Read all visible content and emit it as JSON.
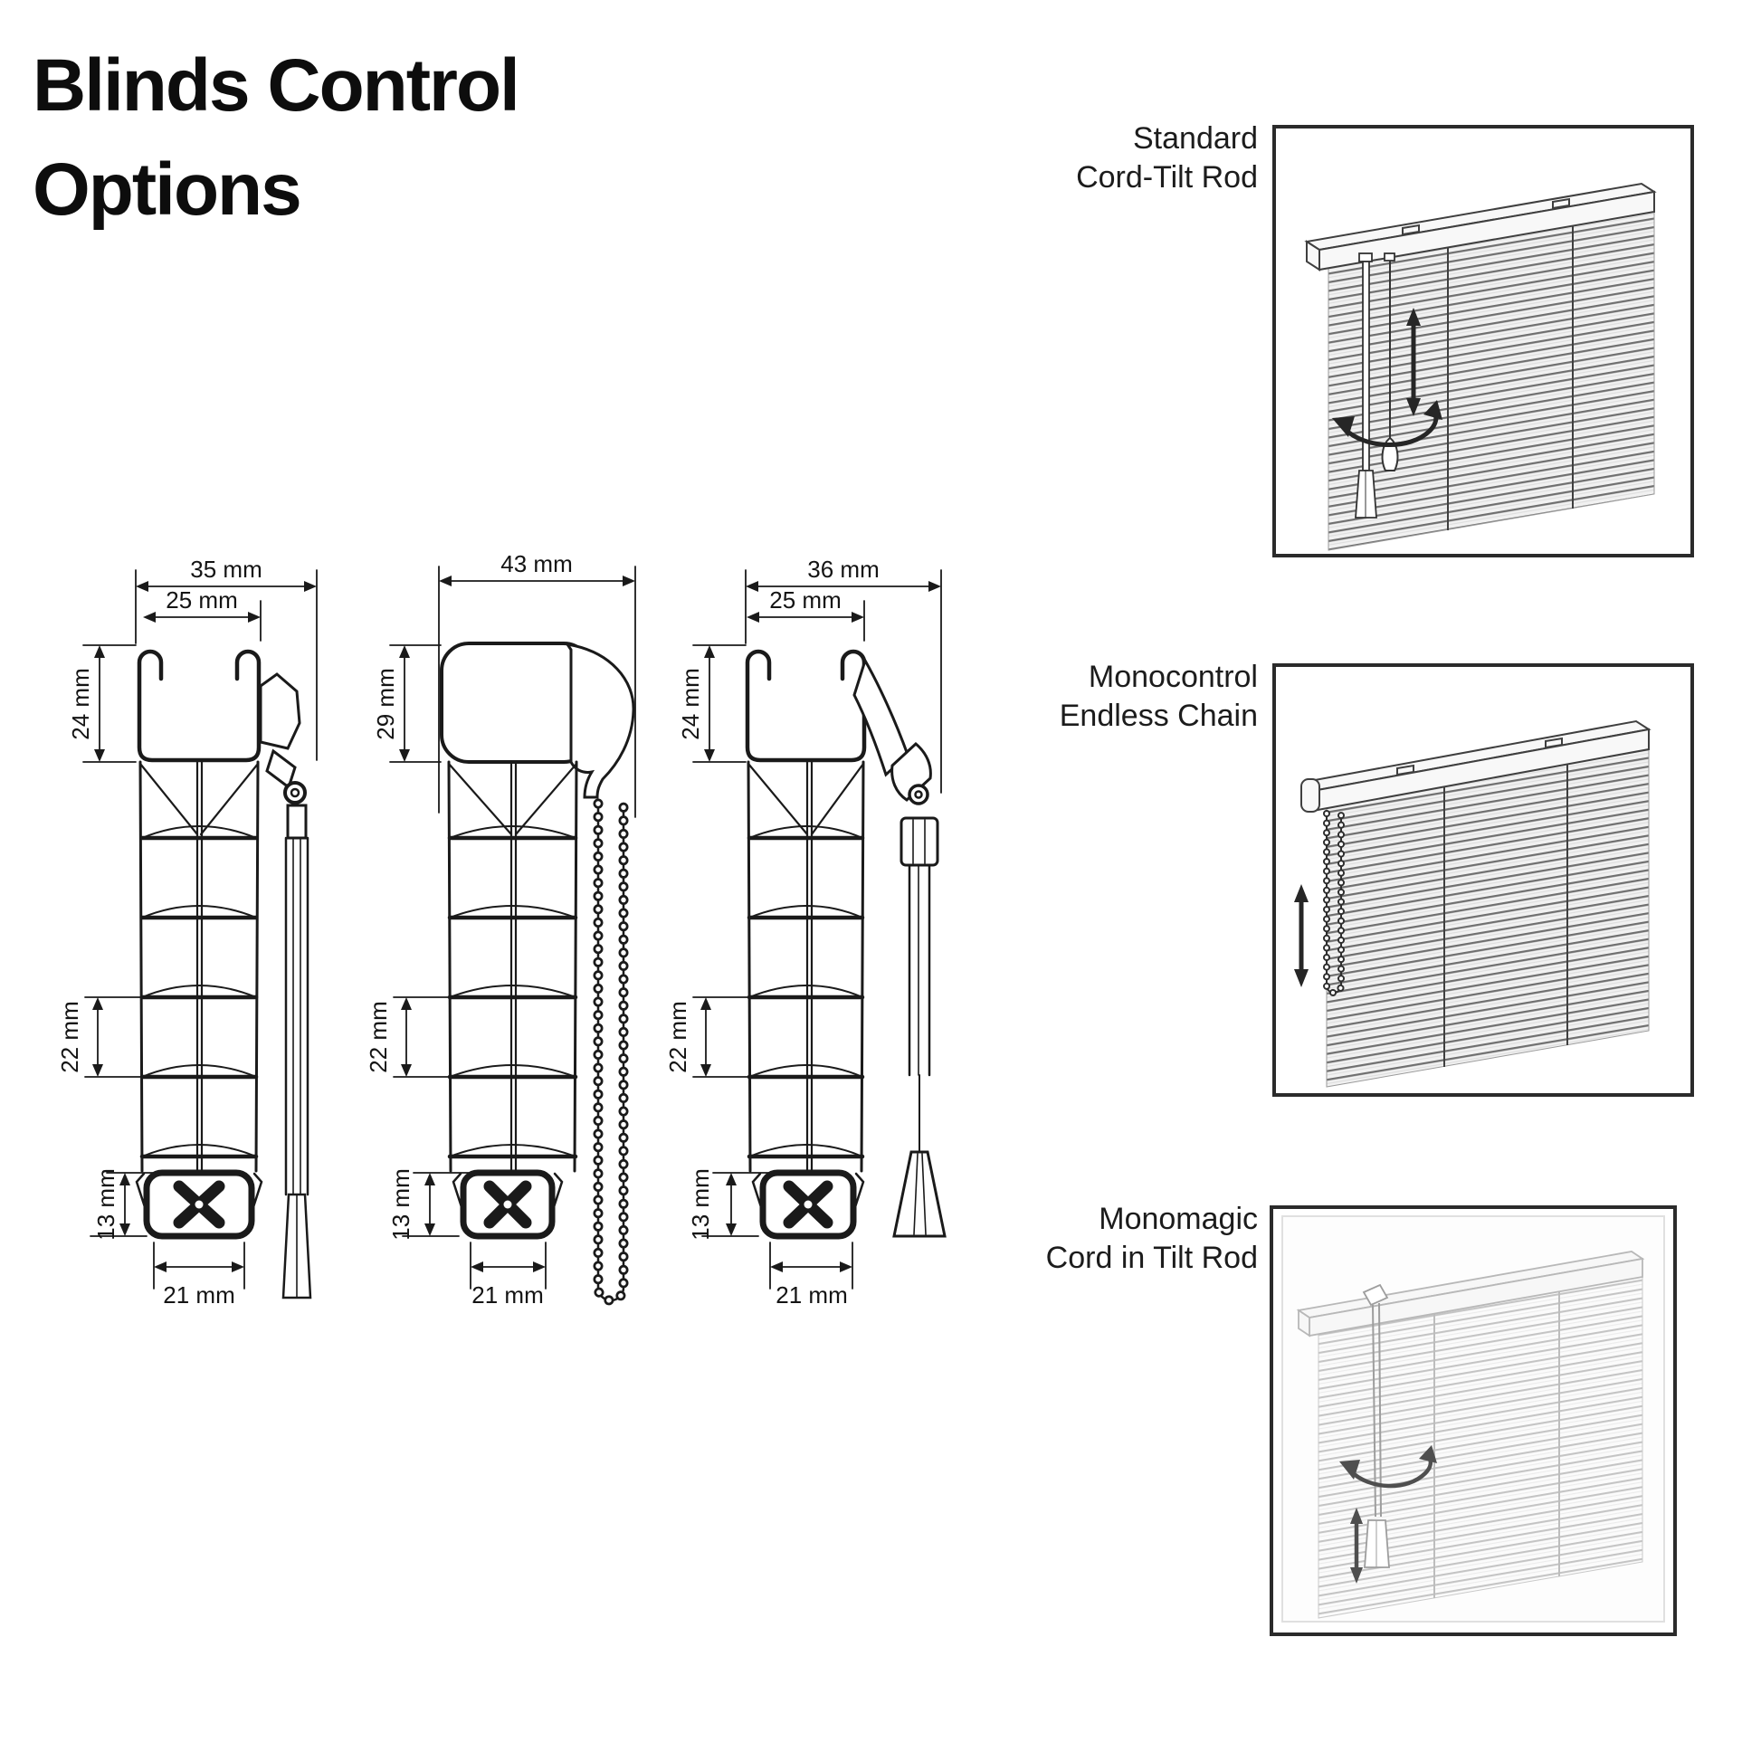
{
  "title": {
    "line1": "Blinds Control",
    "line2": "Options"
  },
  "profiles": [
    {
      "name": "standard-cord-tilt-rod-profile",
      "dims": {
        "w_outer": "35 mm",
        "w_inner": "25 mm",
        "h_rail": "24 mm",
        "slat": "22 mm",
        "h_bottom": "13 mm",
        "w_bottom": "21 mm"
      }
    },
    {
      "name": "monocontrol-endless-chain-profile",
      "dims": {
        "w_outer": "43 mm",
        "h_rail": "29 mm",
        "slat": "22 mm",
        "h_bottom": "13 mm",
        "w_bottom": "21 mm"
      }
    },
    {
      "name": "monomagic-cord-in-tilt-rod-profile",
      "dims": {
        "w_outer": "36 mm",
        "w_inner": "25 mm",
        "h_rail": "24 mm",
        "slat": "22 mm",
        "h_bottom": "13 mm",
        "w_bottom": "21 mm"
      }
    }
  ],
  "options": [
    {
      "line1": "Standard",
      "line2": "Cord-Tilt Rod"
    },
    {
      "line1": "Monocontrol",
      "line2": "Endless Chain"
    },
    {
      "line1": "Monomagic",
      "line2": "Cord in Tilt Rod"
    }
  ],
  "colors": {
    "ink": "#1a1a1a",
    "art_light": "#9e9e9e",
    "frame": "#2b2b2b",
    "background": "#ffffff"
  }
}
